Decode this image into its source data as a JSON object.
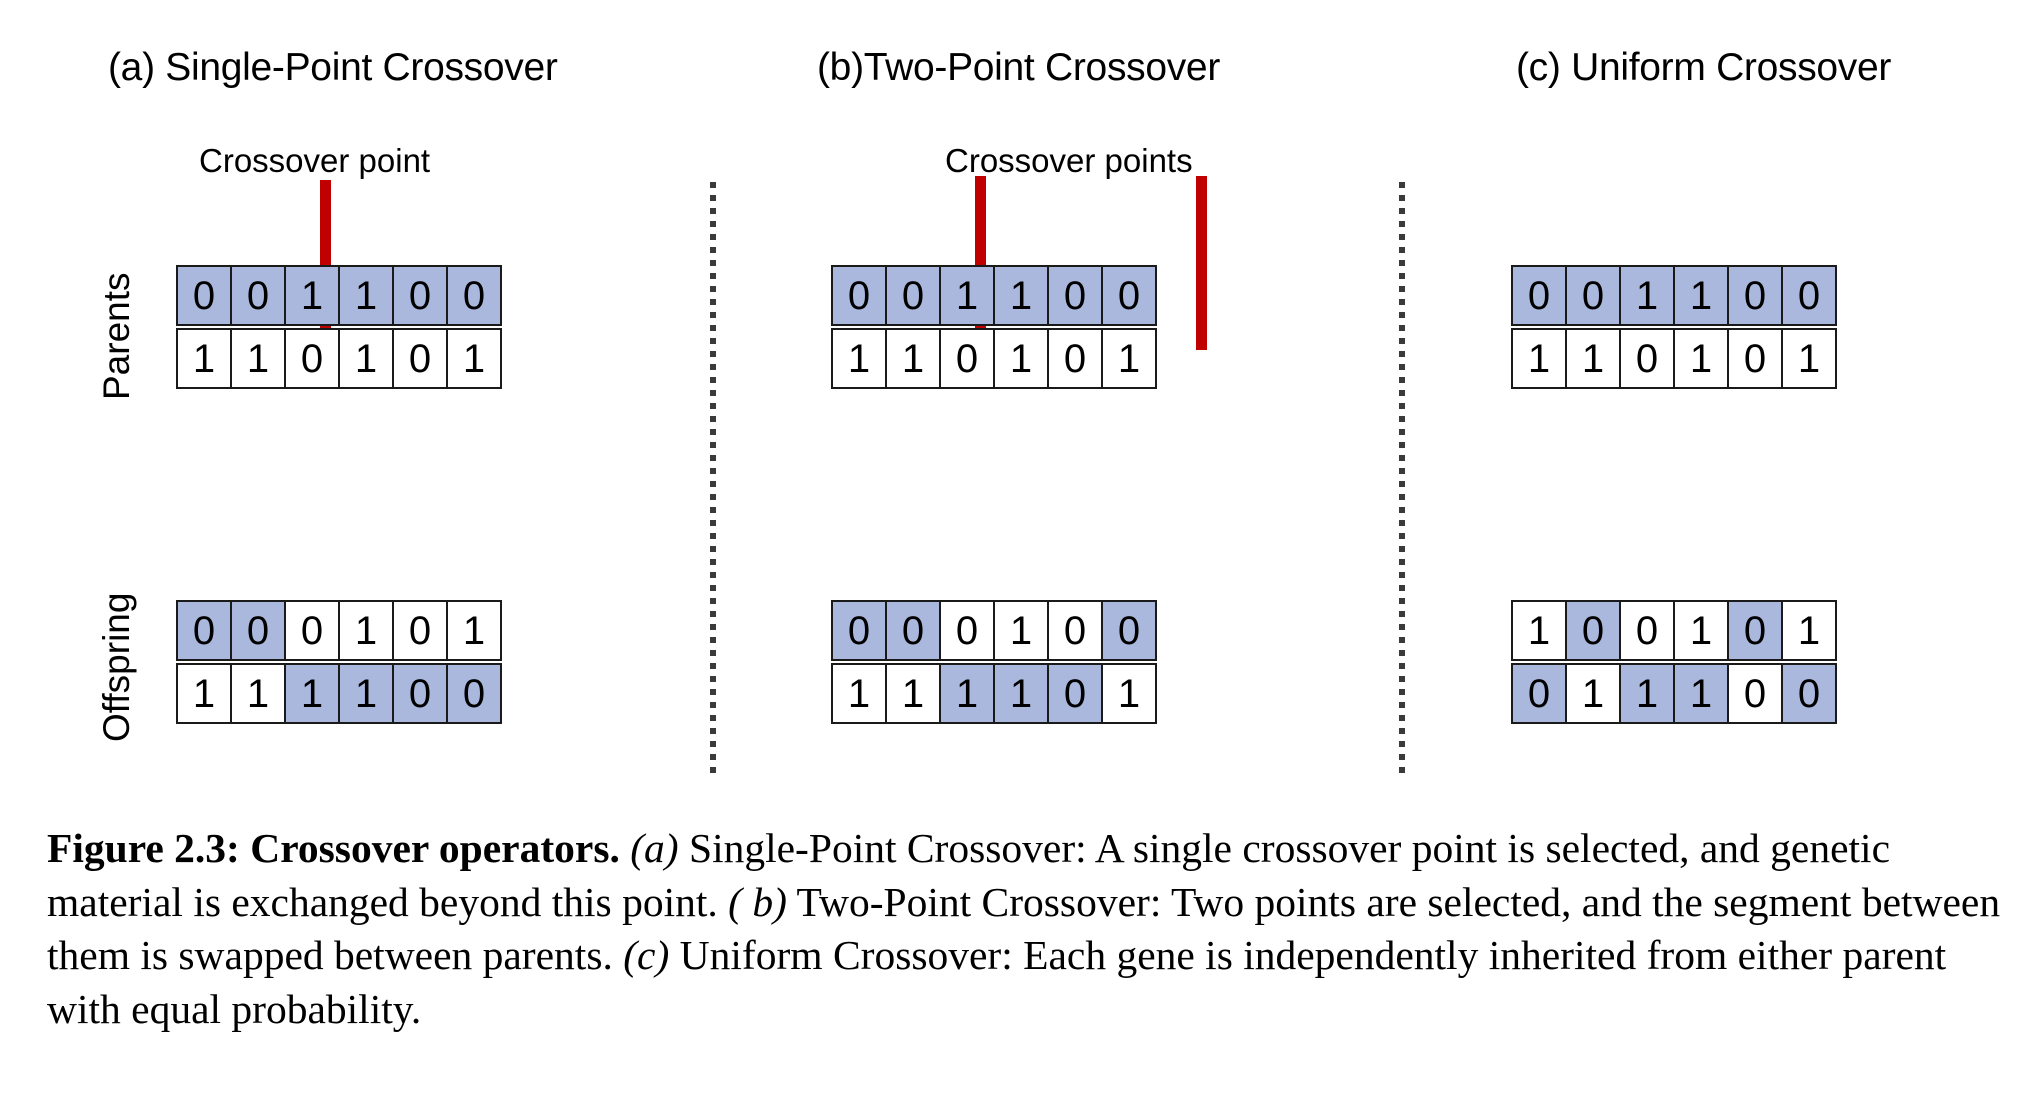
{
  "figure": {
    "panels": [
      {
        "id": "a",
        "title": "(a) Single-Point Crossover",
        "crossover_label": "Crossover point",
        "crossover_count": 1,
        "parents": [
          {
            "bits": [
              "0",
              "0",
              "1",
              "1",
              "0",
              "0"
            ],
            "highlight": [
              true,
              true,
              true,
              true,
              true,
              true
            ]
          },
          {
            "bits": [
              "1",
              "1",
              "0",
              "1",
              "0",
              "1"
            ],
            "highlight": [
              false,
              false,
              false,
              false,
              false,
              false
            ]
          }
        ],
        "offspring": [
          {
            "bits": [
              "0",
              "0",
              "0",
              "1",
              "0",
              "1"
            ],
            "highlight": [
              true,
              true,
              false,
              false,
              false,
              false
            ]
          },
          {
            "bits": [
              "1",
              "1",
              "1",
              "1",
              "0",
              "0"
            ],
            "highlight": [
              false,
              false,
              true,
              true,
              true,
              true
            ]
          }
        ]
      },
      {
        "id": "b",
        "title": "(b)Two-Point Crossover",
        "crossover_label": "Crossover points",
        "crossover_count": 2,
        "parents": [
          {
            "bits": [
              "0",
              "0",
              "1",
              "1",
              "0",
              "0"
            ],
            "highlight": [
              true,
              true,
              true,
              true,
              true,
              true
            ]
          },
          {
            "bits": [
              "1",
              "1",
              "0",
              "1",
              "0",
              "1"
            ],
            "highlight": [
              false,
              false,
              false,
              false,
              false,
              false
            ]
          }
        ],
        "offspring": [
          {
            "bits": [
              "0",
              "0",
              "0",
              "1",
              "0",
              "0"
            ],
            "highlight": [
              true,
              true,
              false,
              false,
              false,
              true
            ]
          },
          {
            "bits": [
              "1",
              "1",
              "1",
              "1",
              "0",
              "1"
            ],
            "highlight": [
              false,
              false,
              true,
              true,
              true,
              false
            ]
          }
        ]
      },
      {
        "id": "c",
        "title": "(c) Uniform Crossover",
        "crossover_label": "",
        "crossover_count": 0,
        "parents": [
          {
            "bits": [
              "0",
              "0",
              "1",
              "1",
              "0",
              "0"
            ],
            "highlight": [
              true,
              true,
              true,
              true,
              true,
              true
            ]
          },
          {
            "bits": [
              "1",
              "1",
              "0",
              "1",
              "0",
              "1"
            ],
            "highlight": [
              false,
              false,
              false,
              false,
              false,
              false
            ]
          }
        ],
        "offspring": [
          {
            "bits": [
              "1",
              "0",
              "0",
              "1",
              "0",
              "1"
            ],
            "highlight": [
              false,
              true,
              false,
              false,
              true,
              false
            ]
          },
          {
            "bits": [
              "0",
              "1",
              "1",
              "1",
              "0",
              "0"
            ],
            "highlight": [
              true,
              false,
              true,
              true,
              false,
              true
            ]
          }
        ]
      }
    ],
    "row_labels": {
      "parents": "Parents",
      "offspring": "Offspring"
    },
    "colors": {
      "highlight_blue": "#aab8dd",
      "crossover_red": "#c00000",
      "cell_border": "#1a1a1a",
      "divider": "#3a3a3a",
      "background": "#ffffff"
    }
  },
  "caption": {
    "figure_number": "Figure 2.3:",
    "bold_title": "Crossover operators.",
    "part_a_marker": "(a)",
    "part_a_text": " Single-Point Crossover: A single crossover point is selected, and genetic material is exchanged beyond this point. ",
    "part_b_marker": "( b)",
    "part_b_text": " Two-Point Crossover: Two points are selected, and the segment between them is swapped between parents. ",
    "part_c_marker": "(c)",
    "part_c_text": " Uniform Crossover: Each gene is independently inherited from either parent with equal probability.",
    "full_text": "Figure 2.3: Crossover operators. (a) Single-Point Crossover: A single crossover point is selected, and genetic material is exchanged beyond this point. ( b) Two-Point Crossover: Two points are selected, and the segment between them is swapped between parents. (c) Uniform Crossover: Each gene is independently inherited from either parent with equal probability."
  }
}
